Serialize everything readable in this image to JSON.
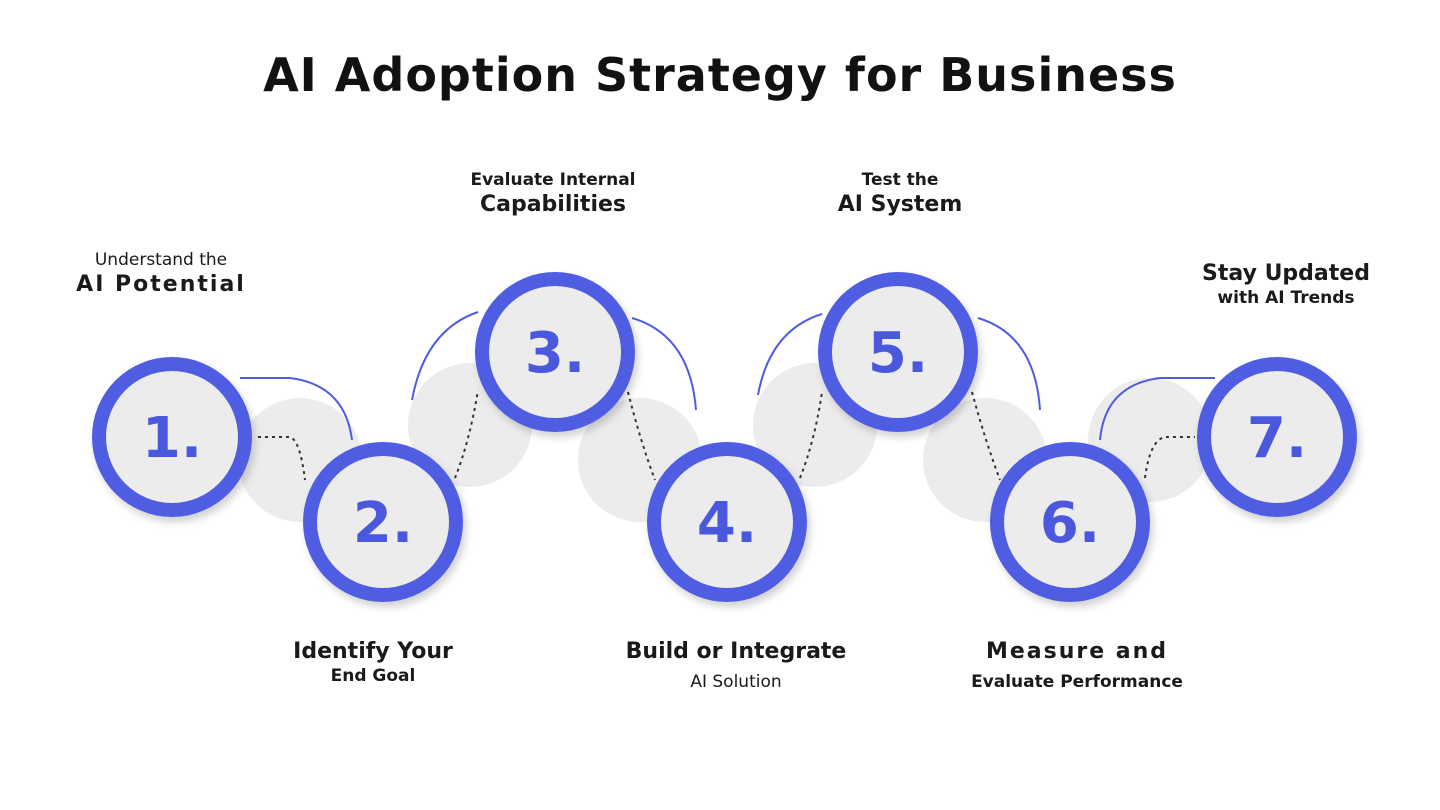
{
  "title": "AI Adoption Strategy for Business",
  "colors": {
    "ring": "#4f5de3",
    "disc": "#ececec",
    "number": "#4a58de",
    "blob": "#ececec",
    "connector": "#333333",
    "accent_line": "#4f5de3"
  },
  "steps": [
    {
      "number": "1.",
      "line1": "Understand the",
      "line2": "AI Potential"
    },
    {
      "number": "2.",
      "line1": "Identify Your",
      "line2": "End Goal"
    },
    {
      "number": "3.",
      "line1": "Evaluate Internal",
      "line2": "Capabilities"
    },
    {
      "number": "4.",
      "line1": "Build or Integrate",
      "line2": "AI Solution"
    },
    {
      "number": "5.",
      "line1": "Test the",
      "line2": "AI System"
    },
    {
      "number": "6.",
      "line1": "Measure and",
      "line2": "Evaluate Performance"
    },
    {
      "number": "7.",
      "line1": "Stay Updated",
      "line2": "with AI Trends"
    }
  ]
}
